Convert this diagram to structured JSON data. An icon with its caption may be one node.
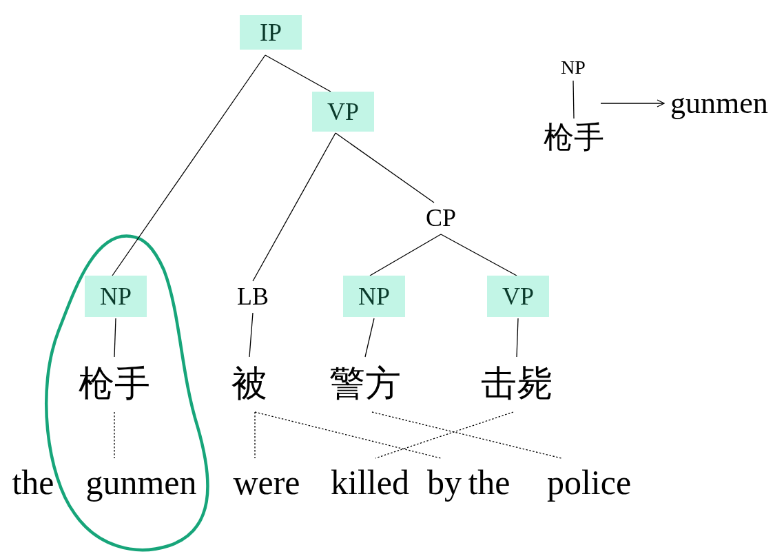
{
  "diagram": {
    "nodes": [
      {
        "text": [
          "IP"
        ]
      },
      {
        "text": [
          "VP"
        ]
      },
      {
        "text": [
          "NP"
        ]
      },
      {
        "text": [
          "枪手"
        ]
      },
      {
        "text": [
          "gunmen"
        ]
      },
      {
        "text": [
          "CP"
        ]
      },
      {
        "text": [
          "NP"
        ]
      },
      {
        "text": [
          "LB"
        ]
      },
      {
        "text": [
          "NP"
        ]
      },
      {
        "text": [
          "VP"
        ]
      },
      {
        "text": [
          "枪手"
        ]
      },
      {
        "text": [
          "被"
        ]
      },
      {
        "text": [
          "警方"
        ]
      },
      {
        "text": [
          "击毙"
        ]
      },
      {
        "text": [
          "gunmen"
        ]
      },
      {
        "text": [
          "were"
        ]
      },
      {
        "text": [
          "killed"
        ]
      },
      {
        "text": [
          "by"
        ]
      },
      {
        "text": [
          "police"
        ]
      }
    ],
    "edges": [
      {
        "from": 0,
        "to": 6,
        "arrow": "none"
      },
      {
        "from": 0,
        "to": 1,
        "arrow": "none"
      },
      {
        "from": 1,
        "to": 7,
        "arrow": "none"
      },
      {
        "from": 1,
        "to": 5,
        "arrow": "none"
      },
      {
        "from": 5,
        "to": 8,
        "arrow": "none"
      },
      {
        "from": 5,
        "to": 9,
        "arrow": "none"
      },
      {
        "from": 6,
        "to": 10,
        "arrow": "none"
      },
      {
        "from": 7,
        "to": 11,
        "arrow": "none"
      },
      {
        "from": 8,
        "to": 12,
        "arrow": "none"
      },
      {
        "from": 9,
        "to": 13,
        "arrow": "none"
      },
      {
        "from": 10,
        "to": 14,
        "arrow": "none",
        "style": "dashed"
      },
      {
        "from": 11,
        "to": 15,
        "arrow": "none",
        "style": "dashed"
      },
      {
        "from": 11,
        "to": 17,
        "arrow": "none",
        "style": "dashed"
      },
      {
        "from": 12,
        "to": 18,
        "arrow": "none",
        "style": "dashed"
      },
      {
        "from": 13,
        "to": 16,
        "arrow": "none",
        "style": "dashed"
      },
      {
        "from": 2,
        "to": 3,
        "arrow": "none"
      },
      {
        "from": null,
        "to": 4,
        "arrow": "to"
      }
    ],
    "labels": [
      "the",
      "the"
    ]
  }
}
